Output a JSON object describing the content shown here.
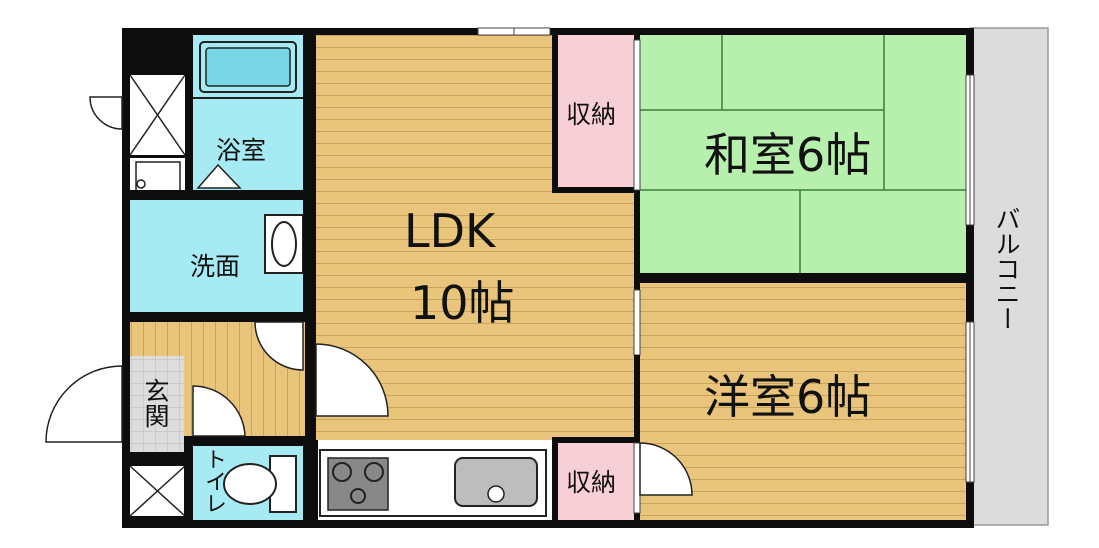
{
  "colors": {
    "wall": "#0d0d0d",
    "wood_floor": "#e9c57c",
    "tatami": "#b7f0ad",
    "wet_area": "#a6eaf3",
    "storage": "#f7cfd6",
    "balcony": "#dcdcdc",
    "hall_tile": "#dddddd"
  },
  "rooms": {
    "ldk_label": "LDK",
    "ldk_size": "10帖",
    "washitsu": "和室6帖",
    "youshitsu": "洋室6帖",
    "bath": "浴室",
    "washroom": "洗面",
    "storage_top": "収納",
    "storage_bottom": "収納",
    "entrance": "玄関",
    "toilet": "トイレ",
    "balcony": "バルコニー"
  }
}
